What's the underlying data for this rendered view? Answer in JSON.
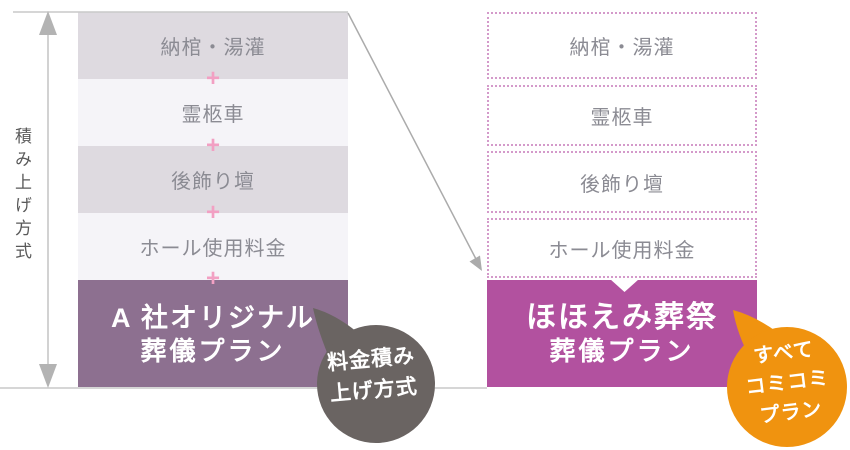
{
  "method_label": "積み上げ方式",
  "plus_symbol": "+",
  "company_a": {
    "items": [
      "納棺・湯灌",
      "霊柩車",
      "後飾り壇",
      "ホール使用料金"
    ],
    "plan_line1": "A 社オリジナル",
    "plan_line2": "葬儀プラン",
    "badge_line1": "料金積み",
    "badge_line2": "上げ方式"
  },
  "hohoemi": {
    "items": [
      "納棺・湯灌",
      "霊柩車",
      "後飾り壇",
      "ホール使用料金"
    ],
    "plan_line1": "ほほえみ葬祭",
    "plan_line2": "葬儀プラン",
    "badge_line1": "すべて",
    "badge_line2": "コミコミ",
    "badge_line3": "プラン"
  },
  "colors": {
    "stack_item_dark": "#dedae0",
    "stack_item_light": "#f5f4f8",
    "company_plan_bg": "#8d7090",
    "hohoemi_plan_bg": "#b2519f",
    "plus_pink": "#f2a0c3",
    "dotted_border": "#d49aca",
    "item_text": "#8b8b93",
    "gray_badge_bg": "#6a6462",
    "orange_badge_bg": "#f0930f",
    "line_gray": "#c9c9c9",
    "arrow_gray": "#b3b3b3"
  }
}
